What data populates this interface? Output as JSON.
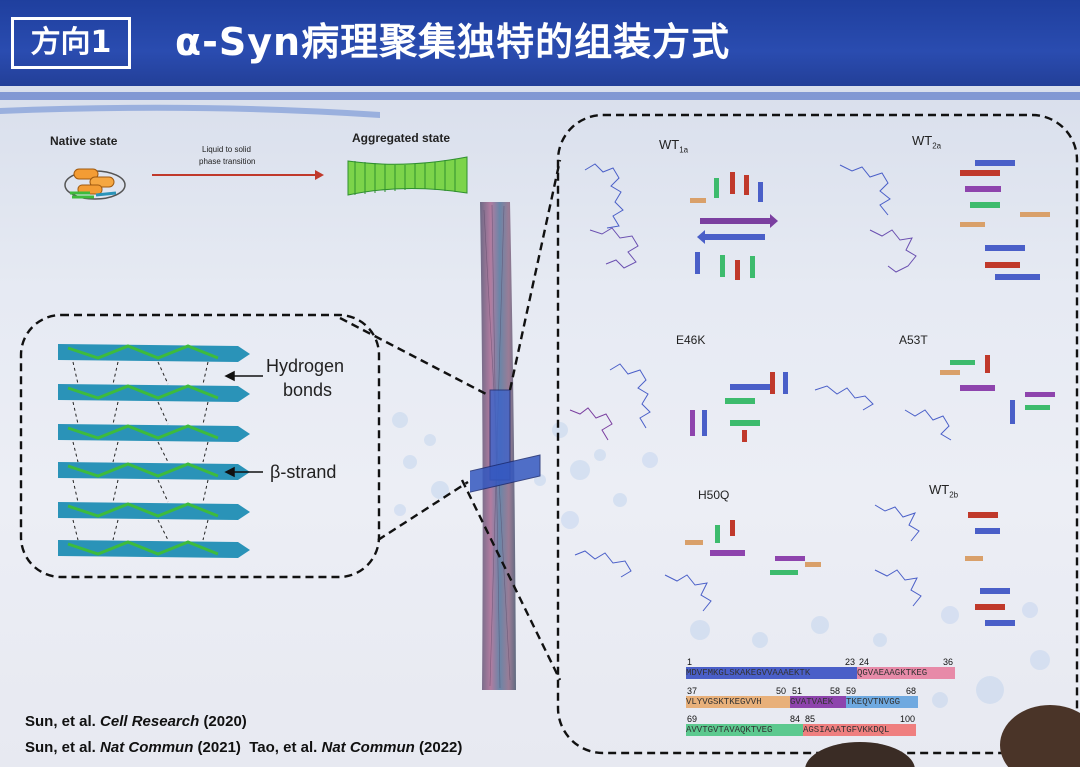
{
  "header": {
    "tag": "方向1",
    "title": "α-Syn病理聚集独特的组装方式"
  },
  "top_panel": {
    "native_label": "Native state",
    "transition_line1": "Liquid to solid",
    "transition_line2": "phase transition",
    "aggregated_label": "Aggregated state"
  },
  "inset": {
    "hbond_line1": "Hydrogen",
    "hbond_line2": "bonds",
    "strand_label": "β-strand"
  },
  "structures": {
    "wt1a_main": "WT",
    "wt1a_sub": "1a",
    "wt2a_main": "WT",
    "wt2a_sub": "2a",
    "e46k": "E46K",
    "a53t": "A53T",
    "h50q": "H50Q",
    "wt2b_main": "WT",
    "wt2b_sub": "2b"
  },
  "sequence": {
    "row1": {
      "start": "1",
      "mid_a": "23",
      "mid_b": "24",
      "end": "36",
      "seg1": "MDVFMKGLSKAKEGVVAAAEKTK",
      "seg2": "QGVAEAAGKTKEG"
    },
    "row2": {
      "start": "37",
      "mid_a": "50",
      "mid_b": "51",
      "mid_c": "58",
      "mid_d": "59",
      "end": "68",
      "seg1": "VLYVGSKTKEGVVH",
      "seg2": "GVATVAEK",
      "seg3": "TKEQVTNVGG"
    },
    "row3": {
      "start": "69",
      "mid_a": "84",
      "mid_b": "85",
      "end": "100",
      "seg1": "AVVTGVTAVAQKTVEG",
      "seg2": "AGSIAAATGFVKKDQL"
    }
  },
  "citations": {
    "line1_authors": "Sun, et al.",
    "line1_journal": "Cell Research",
    "line1_year": "(2020)",
    "line2_authors": "Sun, et al.",
    "line2_journal": "Nat Commun",
    "line2_year": "(2021)",
    "line2b_authors": "Tao, et al.",
    "line2b_journal": "Nat Commun",
    "line2b_year": "(2022)"
  },
  "colors": {
    "header_blue": "#2a4cb0",
    "arrow_red": "#c0392b",
    "fibril_green": "#3dbb3d",
    "strand_teal": "#2a93b8",
    "seq_blue": "#4a5fc8",
    "seq_pink": "#e78aa8",
    "seq_orange": "#e8b07a",
    "seq_purple": "#8e44ad",
    "seq_lightblue": "#6fa9e0",
    "seq_green": "#5cc98f",
    "seq_salmon": "#ef7f7f"
  }
}
